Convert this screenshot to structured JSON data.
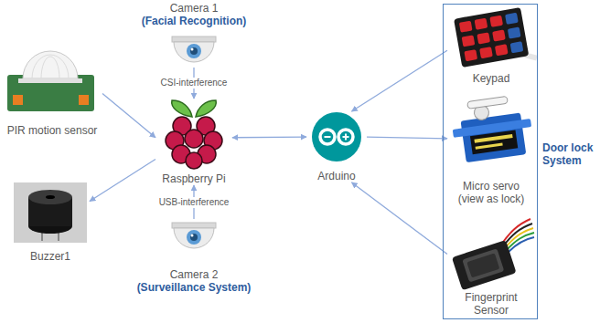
{
  "diagram": {
    "nodes": [
      {
        "text": [
          "Camera 1",
          "(Facial Recognition)"
        ]
      },
      {
        "text": [
          "PIR motion sensor"
        ]
      },
      {
        "text": [
          "Raspberry Pi"
        ]
      },
      {
        "text": [
          "Buzzer1"
        ]
      },
      {
        "text": [
          "Camera 2",
          "(Surveillance System)"
        ]
      },
      {
        "text": [
          "Arduino"
        ]
      },
      {
        "text": [
          "Door lock System"
        ]
      },
      {
        "text": [
          "Keypad"
        ],
        "in": 6
      },
      {
        "text": [
          "Micro servo (view as lock)"
        ],
        "in": 6
      },
      {
        "text": [
          "Fingerprint Sensor"
        ],
        "in": 6
      }
    ],
    "edges": [
      {
        "from": 0,
        "to": 2,
        "label": "CSI-interference",
        "arrow": "to"
      },
      {
        "from": 4,
        "to": 2,
        "label": "USB-interference",
        "arrow": "to"
      },
      {
        "from": 1,
        "to": 2,
        "arrow": "to"
      },
      {
        "from": 2,
        "to": 3,
        "arrow": "to"
      },
      {
        "from": 2,
        "to": 5,
        "arrow": "both"
      },
      {
        "from": 7,
        "to": 5,
        "arrow": "to"
      },
      {
        "from": 5,
        "to": 8,
        "arrow": "to"
      },
      {
        "from": 9,
        "to": 5,
        "arrow": "to"
      }
    ]
  }
}
